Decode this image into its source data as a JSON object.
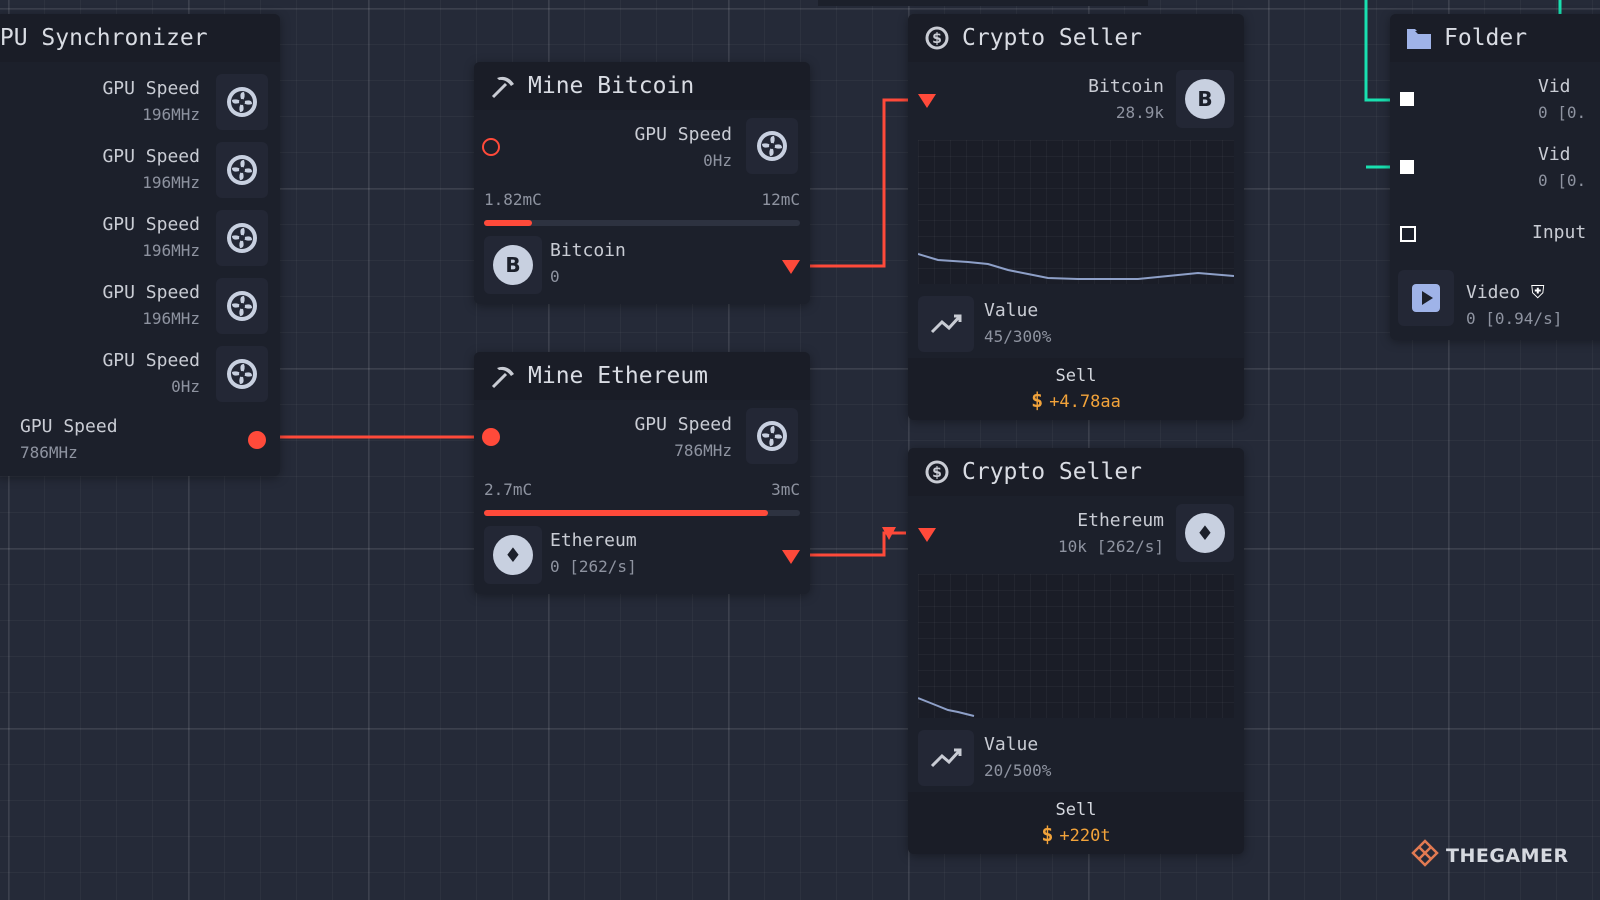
{
  "colors": {
    "wire_red": "#ff4a3a",
    "wire_teal": "#19e0b0",
    "accent_sell": "#f2a33a"
  },
  "gpu_sync": {
    "title": "GPU Synchronizer",
    "outputs": [
      {
        "label": "GPU Speed",
        "value": "196MHz"
      },
      {
        "label": "GPU Speed",
        "value": "196MHz"
      },
      {
        "label": "GPU Speed",
        "value": "196MHz"
      },
      {
        "label": "GPU Speed",
        "value": "196MHz"
      },
      {
        "label": "GPU Speed",
        "value": "0Hz"
      }
    ],
    "input": {
      "label": "GPU Speed",
      "value": "786MHz"
    }
  },
  "mine_bitcoin": {
    "title": "Mine Bitcoin",
    "gpu_label": "GPU Speed",
    "gpu_value": "0Hz",
    "progress_current": "1.82mC",
    "progress_max": "12mC",
    "progress_fraction": 0.152,
    "coin_symbol": "B",
    "output_label": "Bitcoin",
    "output_value": "0"
  },
  "mine_ethereum": {
    "title": "Mine Ethereum",
    "gpu_label": "GPU Speed",
    "gpu_value": "786MHz",
    "progress_current": "2.7mC",
    "progress_max": "3mC",
    "progress_fraction": 0.9,
    "coin_symbol": "♦",
    "output_label": "Ethereum",
    "output_value": "0 [262/s]"
  },
  "seller_btc": {
    "title": "Crypto Seller",
    "coin_label": "Bitcoin",
    "coin_value": "28.9k",
    "coin_symbol": "B",
    "value_label": "Value",
    "value_text": "45/300%",
    "sell_label": "Sell",
    "sell_currency": "$",
    "sell_value": "+4.78aa"
  },
  "seller_eth": {
    "title": "Crypto Seller",
    "coin_label": "Ethereum",
    "coin_value": "10k [262/s]",
    "coin_symbol": "♦",
    "value_label": "Value",
    "value_text": "20/500%",
    "sell_label": "Sell",
    "sell_currency": "$",
    "sell_value": "+220t"
  },
  "folder": {
    "title": "Folder",
    "items": [
      {
        "label": "Vid",
        "value": "0 [0."
      },
      {
        "label": "Vid",
        "value": "0 [0."
      },
      {
        "label": "Input",
        "value": ""
      }
    ],
    "video_label": "Video",
    "video_value": "0 [0.94/s]"
  },
  "watermark": "THEGAMER"
}
